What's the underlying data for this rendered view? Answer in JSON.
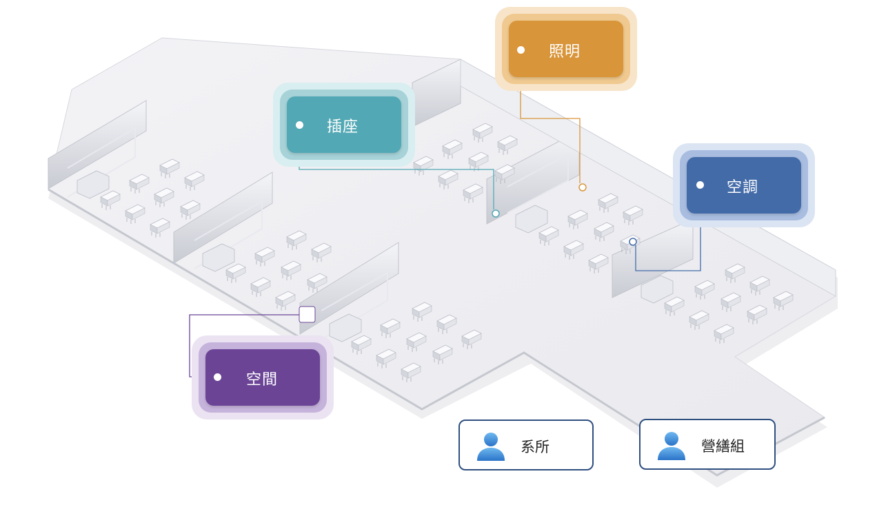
{
  "callouts": {
    "lighting": {
      "label": "照明",
      "color": "#d9953a"
    },
    "outlet": {
      "label": "插座",
      "color": "#52a8b4"
    },
    "aircon": {
      "label": "空調",
      "color": "#436ba8"
    },
    "space": {
      "label": "空間",
      "color": "#6b4496"
    }
  },
  "roles": {
    "department": {
      "label": "系所",
      "icon": "person-icon"
    },
    "maintenance": {
      "label": "營繕組",
      "icon": "person-icon"
    }
  }
}
